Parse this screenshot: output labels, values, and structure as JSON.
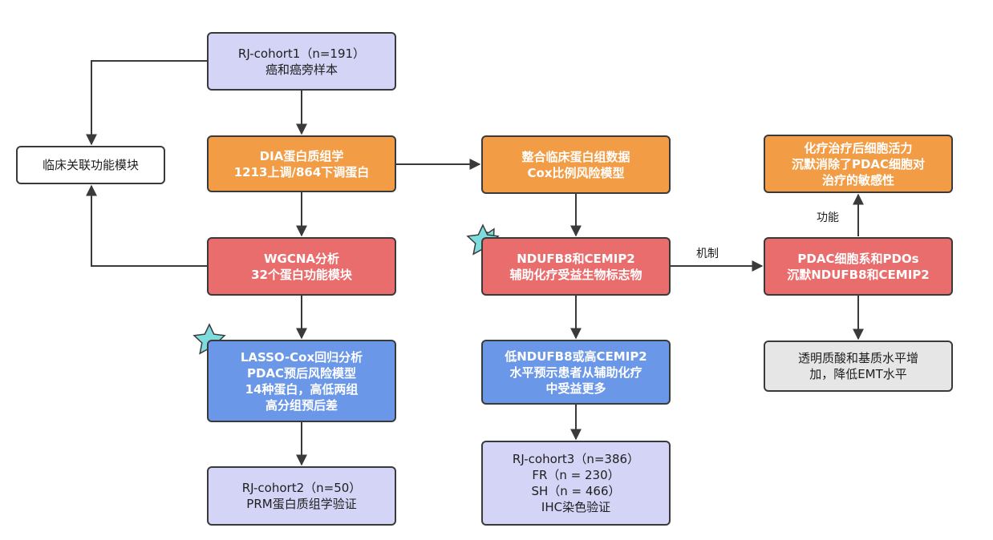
{
  "nodes": {
    "rj_cohort1": {
      "lines": [
        "RJ-cohort1（n=191）",
        "癌和癌旁样本"
      ]
    },
    "clinical_module": {
      "lines": [
        "临床关联功能模块"
      ]
    },
    "dia": {
      "lines": [
        "DIA蛋白质组学",
        "1213上调/864下调蛋白"
      ]
    },
    "wgcna": {
      "lines": [
        "WGCNA分析",
        "32个蛋白功能模块"
      ]
    },
    "lasso": {
      "lines": [
        "LASSO-Cox回归分析",
        "PDAC预后风险模型",
        "14种蛋白，高低两组",
        "高分组预后差"
      ]
    },
    "rj_cohort2": {
      "lines": [
        "RJ-cohort2（n=50）",
        "PRM蛋白质组学验证"
      ]
    },
    "integrate": {
      "lines": [
        "整合临床蛋白组数据",
        "Cox比例风险模型"
      ]
    },
    "biomarker": {
      "lines": [
        "NDUFB8和CEMIP2",
        "辅助化疗受益生物标志物"
      ]
    },
    "benefit": {
      "lines": [
        "低NDUFB8或高CEMIP2",
        "水平预示患者从辅助化疗",
        "中受益更多"
      ]
    },
    "rj_cohort3": {
      "lines": [
        "RJ-cohort3（n=386）",
        "FR（n = 230）",
        "SH（n = 466）",
        "IHC染色验证"
      ]
    },
    "chemo": {
      "lines": [
        "化疗治疗后细胞活力",
        "沉默消除了PDAC细胞对",
        "治疗的敏感性"
      ]
    },
    "silence": {
      "lines": [
        "PDAC细胞系和PDOs",
        "沉默NDUFB8和CEMIP2"
      ]
    },
    "ha": {
      "lines": [
        "透明质酸和基质水平增",
        "加，降低EMT水平"
      ]
    }
  },
  "edge_labels": {
    "mechanism": "机制",
    "function": "功能"
  },
  "colors": {
    "lavender": "#d4d4f7",
    "orange": "#f29d46",
    "red": "#ea6d6d",
    "blue": "#6b97e8",
    "gray": "#e6e6e6",
    "star": "#7fdcdc",
    "line": "#3a3a3a"
  }
}
